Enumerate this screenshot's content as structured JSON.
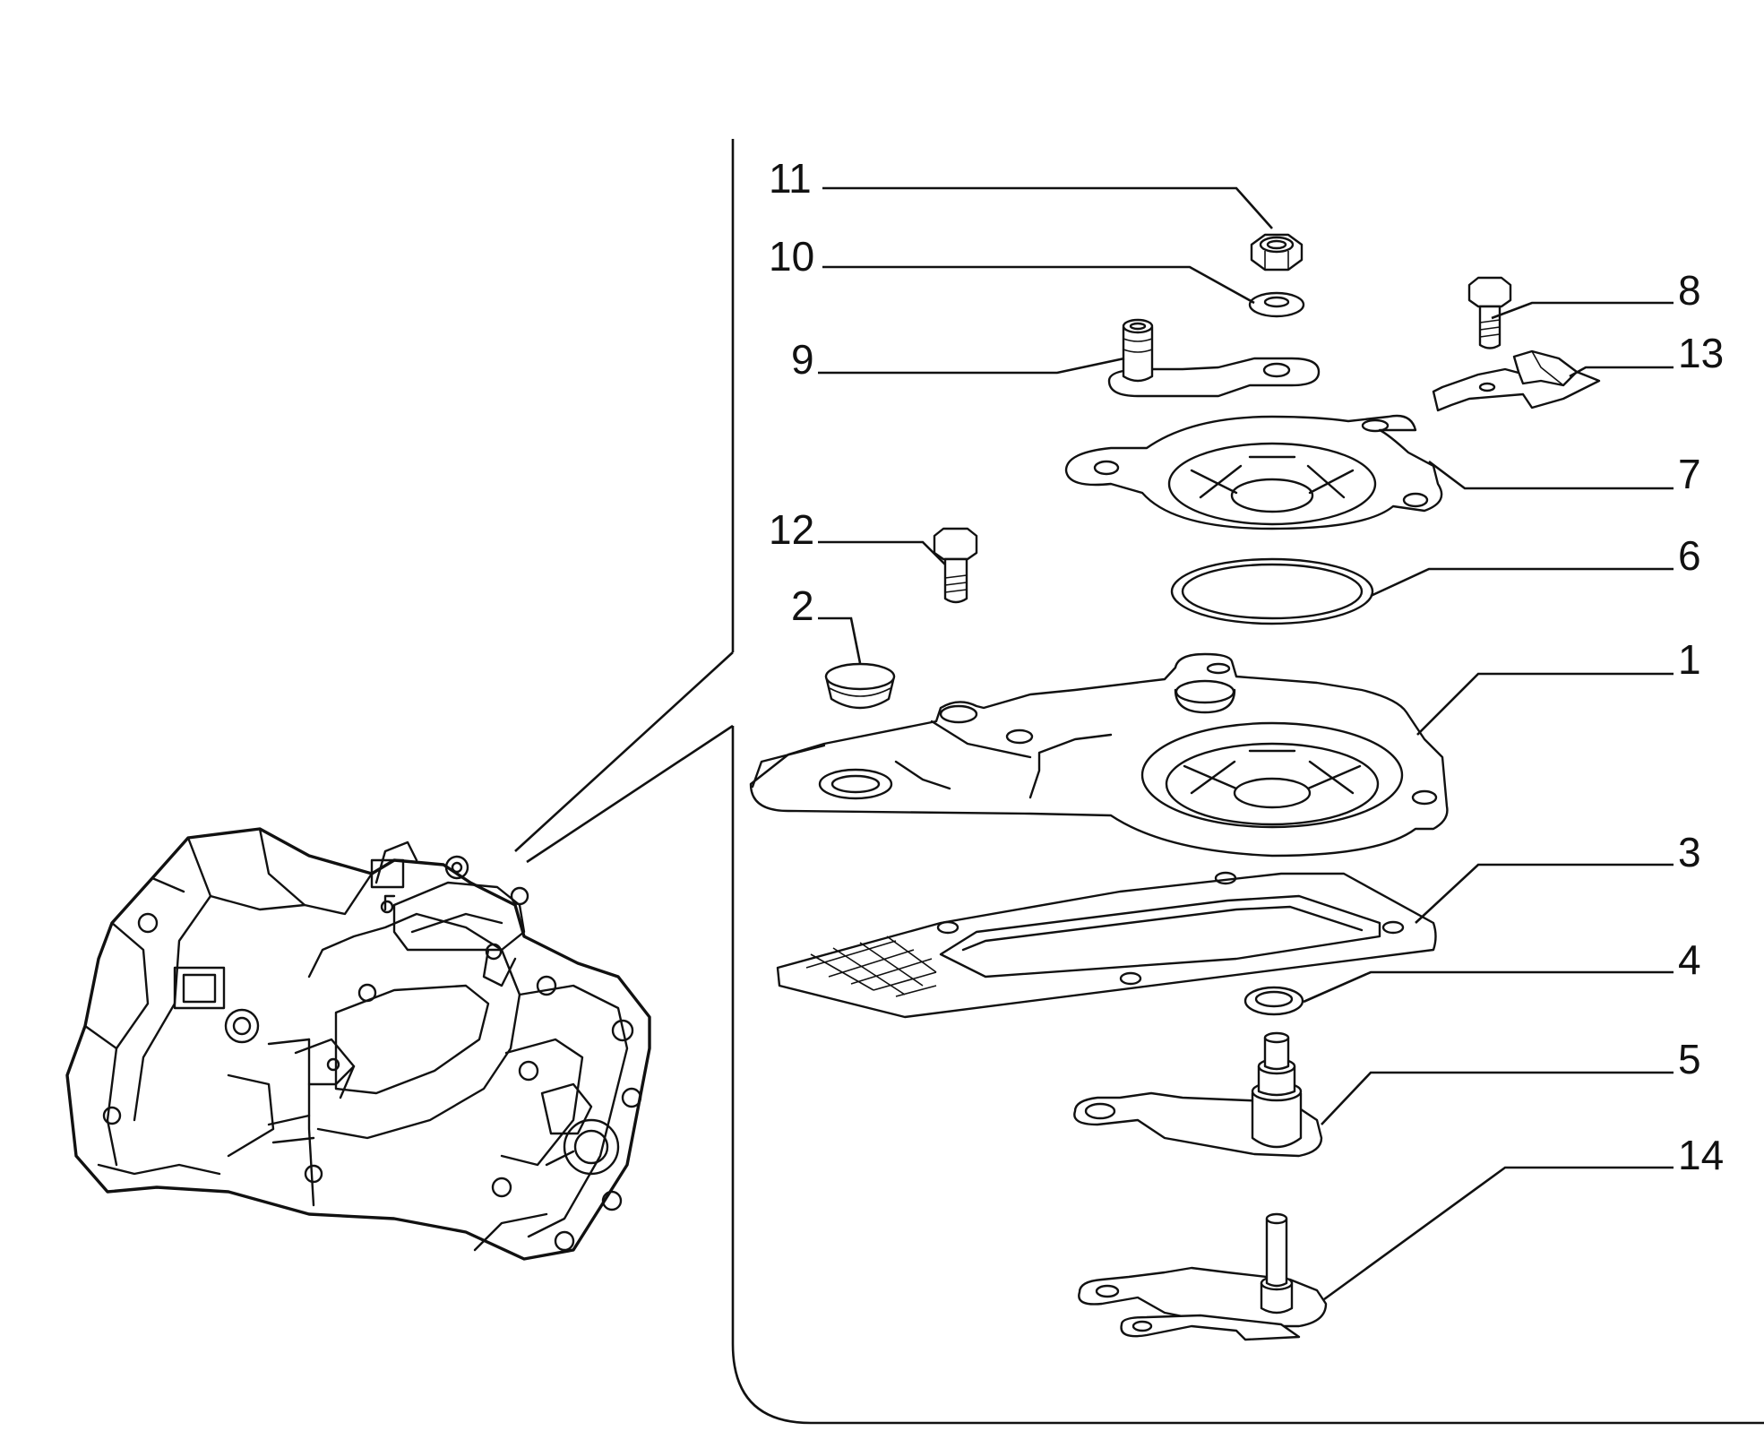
{
  "callouts": [
    {
      "id": "11",
      "label": "11"
    },
    {
      "id": "10",
      "label": "10"
    },
    {
      "id": "9",
      "label": "9"
    },
    {
      "id": "8",
      "label": "8"
    },
    {
      "id": "13",
      "label": "13"
    },
    {
      "id": "7",
      "label": "7"
    },
    {
      "id": "12",
      "label": "12"
    },
    {
      "id": "6",
      "label": "6"
    },
    {
      "id": "2",
      "label": "2"
    },
    {
      "id": "1",
      "label": "1"
    },
    {
      "id": "3",
      "label": "3"
    },
    {
      "id": "4",
      "label": "4"
    },
    {
      "id": "5",
      "label": "5"
    },
    {
      "id": "14",
      "label": "14"
    }
  ]
}
